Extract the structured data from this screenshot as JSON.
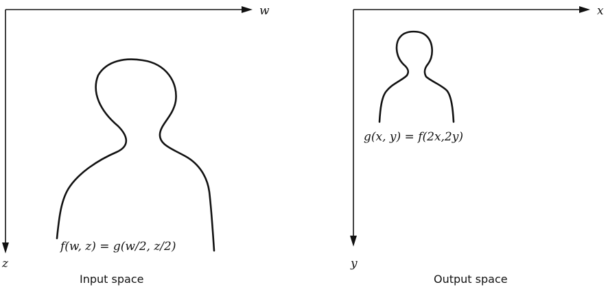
{
  "input_panel": {
    "horizontal_axis_label": "w",
    "vertical_axis_label": "z",
    "formula": "f(w, z) = g(w/2, z/2)",
    "caption": "Input space"
  },
  "output_panel": {
    "horizontal_axis_label": "x",
    "vertical_axis_label": "y",
    "formula": "g(x, y) = f(2x,2y)",
    "caption": "Output space"
  }
}
